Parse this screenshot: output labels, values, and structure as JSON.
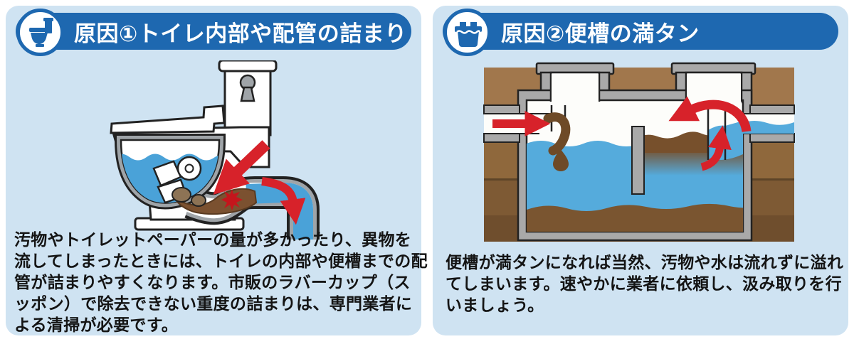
{
  "page": {
    "background": "#ffffff",
    "panel_background": "#cfe3f2",
    "language": "ja"
  },
  "colors": {
    "header_blue": "#1e68b0",
    "header_text": "#ffffff",
    "body_text": "#141414",
    "water_blue": "#4aa2d8",
    "arrow_red": "#d7222a",
    "pipe_gray": "#9fa4a8",
    "tank_wall_gray": "#a9a9a9",
    "ground_brown_top": "#a1774c",
    "ground_brown_mid": "#8f683c",
    "ground_brown_deep": "#7e5a34",
    "ground_brown_bottom": "#6f4e2d",
    "sludge_brown": "#7a5530",
    "waste_brown": "#6e4a27",
    "clog_brown": "#7b5130"
  },
  "panels": [
    {
      "id": "cause-1",
      "header": {
        "icon": "toilet-icon",
        "title": "原因①トイレ内部や配管の詰まり"
      },
      "illustration_name": "toilet-clog-cross-section",
      "body_lines": [
        "汚物やトイレットペーパーの量が多かったり、異物を",
        "流してしまったときには、トイレの内部や便槽までの配",
        "管が詰まりやすくなります。市販のラバーカップ（ス",
        "ッポン）で除去できない重度の詰まりは、専門業者に",
        "よる清掃が必要です。"
      ]
    },
    {
      "id": "cause-2",
      "header": {
        "icon": "septic-tank-icon",
        "title": "原因②便槽の満タン"
      },
      "illustration_name": "septic-tank-full-cross-section",
      "body_lines": [
        "便槽が満タンになれば当然、汚物や水は流れずに溢れ",
        "てしまいます。速やかに業者に依頼し、汲み取りを行",
        "いましょう。"
      ]
    }
  ]
}
